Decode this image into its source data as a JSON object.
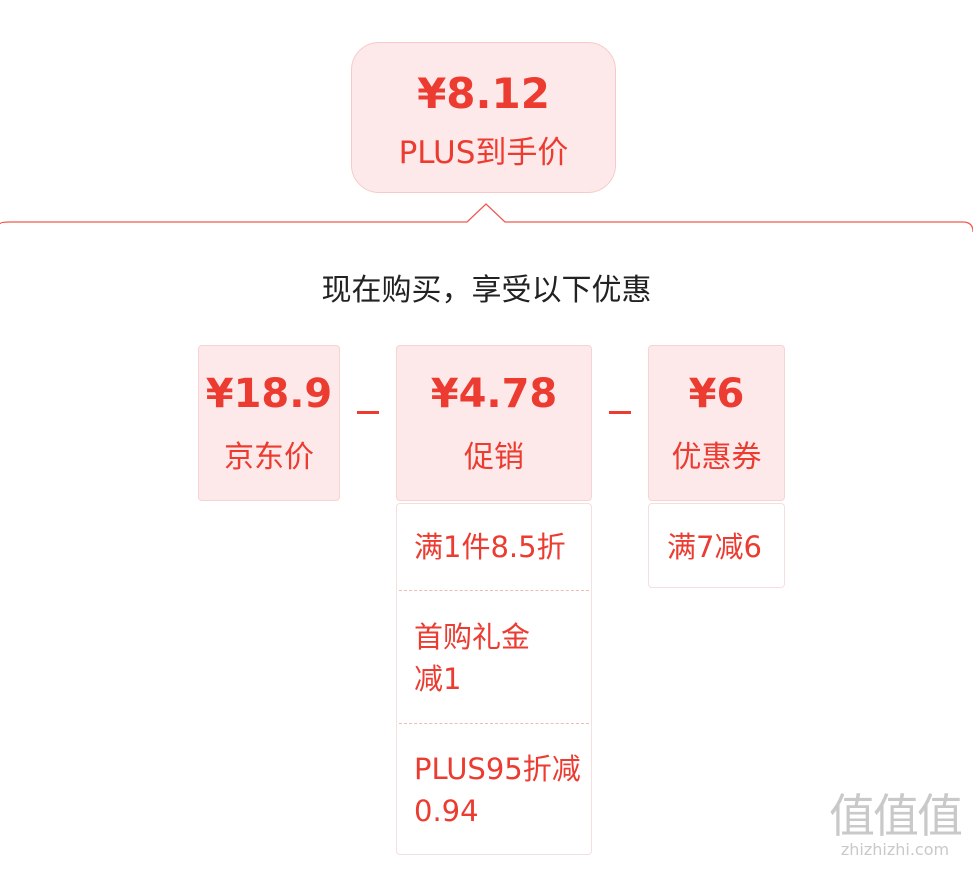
{
  "header": {
    "price": "¥8.12",
    "label": "PLUS到手价"
  },
  "panel": {
    "heading": "现在购买，享受以下优惠"
  },
  "cards": [
    {
      "amount": "¥18.9",
      "label": "京东价"
    },
    {
      "amount": "¥4.78",
      "label": "促销"
    },
    {
      "amount": "¥6",
      "label": "优惠券"
    }
  ],
  "promotions": [
    {
      "text": "满1件8.5折"
    },
    {
      "text": "首购礼金减1"
    },
    {
      "text": "PLUS95折减0.94"
    }
  ],
  "coupons": [
    {
      "text": "满7减6"
    }
  ],
  "colors": {
    "accent": "#ec3b30",
    "card_bg": "#fde9e9",
    "border": "#f7caca"
  },
  "watermark": {
    "glyphs": "值值值",
    "url": "zhizhizhi.com"
  }
}
